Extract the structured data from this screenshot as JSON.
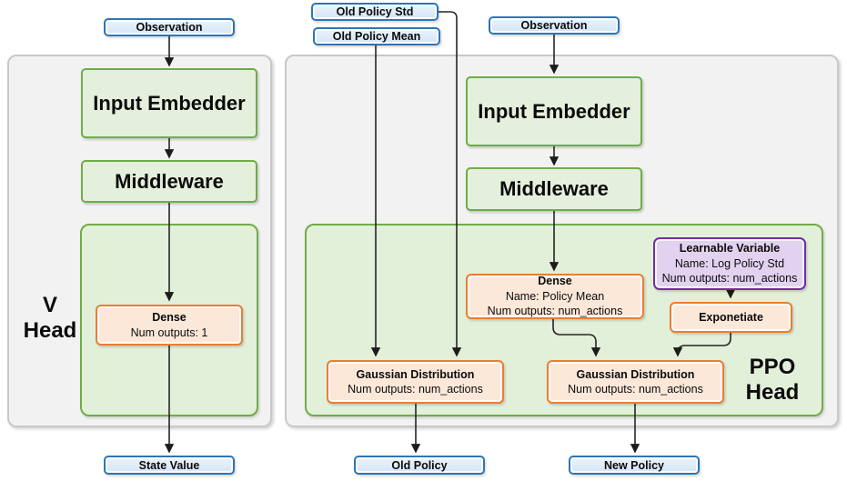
{
  "panels": {
    "v_head": {
      "line1": "V",
      "line2": "Head"
    },
    "ppo_head": {
      "line1": "PPO",
      "line2": "Head"
    }
  },
  "io_nodes": {
    "observation_left": "Observation",
    "observation_right": "Observation",
    "old_policy_std": "Old Policy Std",
    "old_policy_mean": "Old Policy Mean",
    "state_value": "State Value",
    "old_policy": "Old Policy",
    "new_policy": "New Policy"
  },
  "network_nodes": {
    "input_embedder_left": "Input Embedder",
    "middleware_left": "Middleware",
    "input_embedder_right": "Input Embedder",
    "middleware_right": "Middleware"
  },
  "layers": {
    "dense_v": {
      "title": "Dense",
      "detail1": "Num outputs: 1"
    },
    "dense_policy_mean": {
      "title": "Dense",
      "detail1": "Name: Policy Mean",
      "detail2": "Num outputs: num_actions"
    },
    "learnable_variable": {
      "title": "Learnable Variable",
      "detail1": "Name: Log Policy Std",
      "detail2": "Num outputs: num_actions"
    },
    "exponetiate": {
      "title": "Exponetiate"
    },
    "gaussian_old": {
      "title": "Gaussian Distribution",
      "detail1": "Num outputs: num_actions"
    },
    "gaussian_new": {
      "title": "Gaussian Distribution",
      "detail1": "Num outputs: num_actions"
    }
  },
  "colors": {
    "blue_border": "#2E75B6",
    "blue_fill": "#DEEBF7",
    "green_border": "#70AD47",
    "green_fill": "#E2EFD9",
    "orange_border": "#ED7D31",
    "orange_fill": "#FCE8D9",
    "purple_border": "#7030A0",
    "purple_fill": "#E2D2F0",
    "panel_fill": "#F2F2F2",
    "panel_border": "#C9C9C9",
    "wire": "#262626"
  }
}
